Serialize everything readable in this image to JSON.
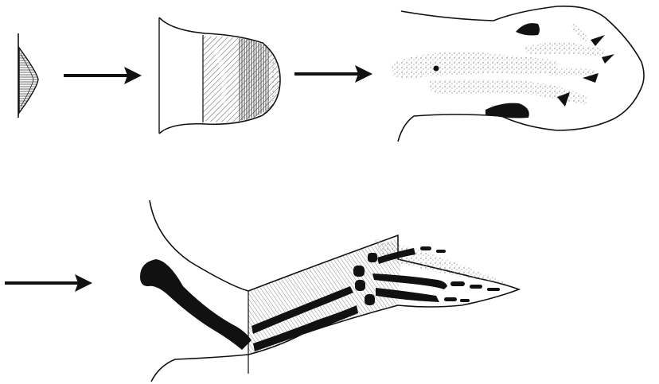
{
  "figure": {
    "stages": [
      {
        "id": "limb-bud",
        "description_key": "stage-1"
      },
      {
        "id": "paddle",
        "description_key": "stage-2"
      },
      {
        "id": "autopod-digit-rays",
        "description_key": "stage-3"
      },
      {
        "id": "mature-limb-skeleton",
        "description_key": "stage-4"
      }
    ],
    "colors": {
      "ink": "#111111",
      "paper": "#ffffff",
      "stipple": "#8a8a8a",
      "hatch": "#444444"
    }
  }
}
